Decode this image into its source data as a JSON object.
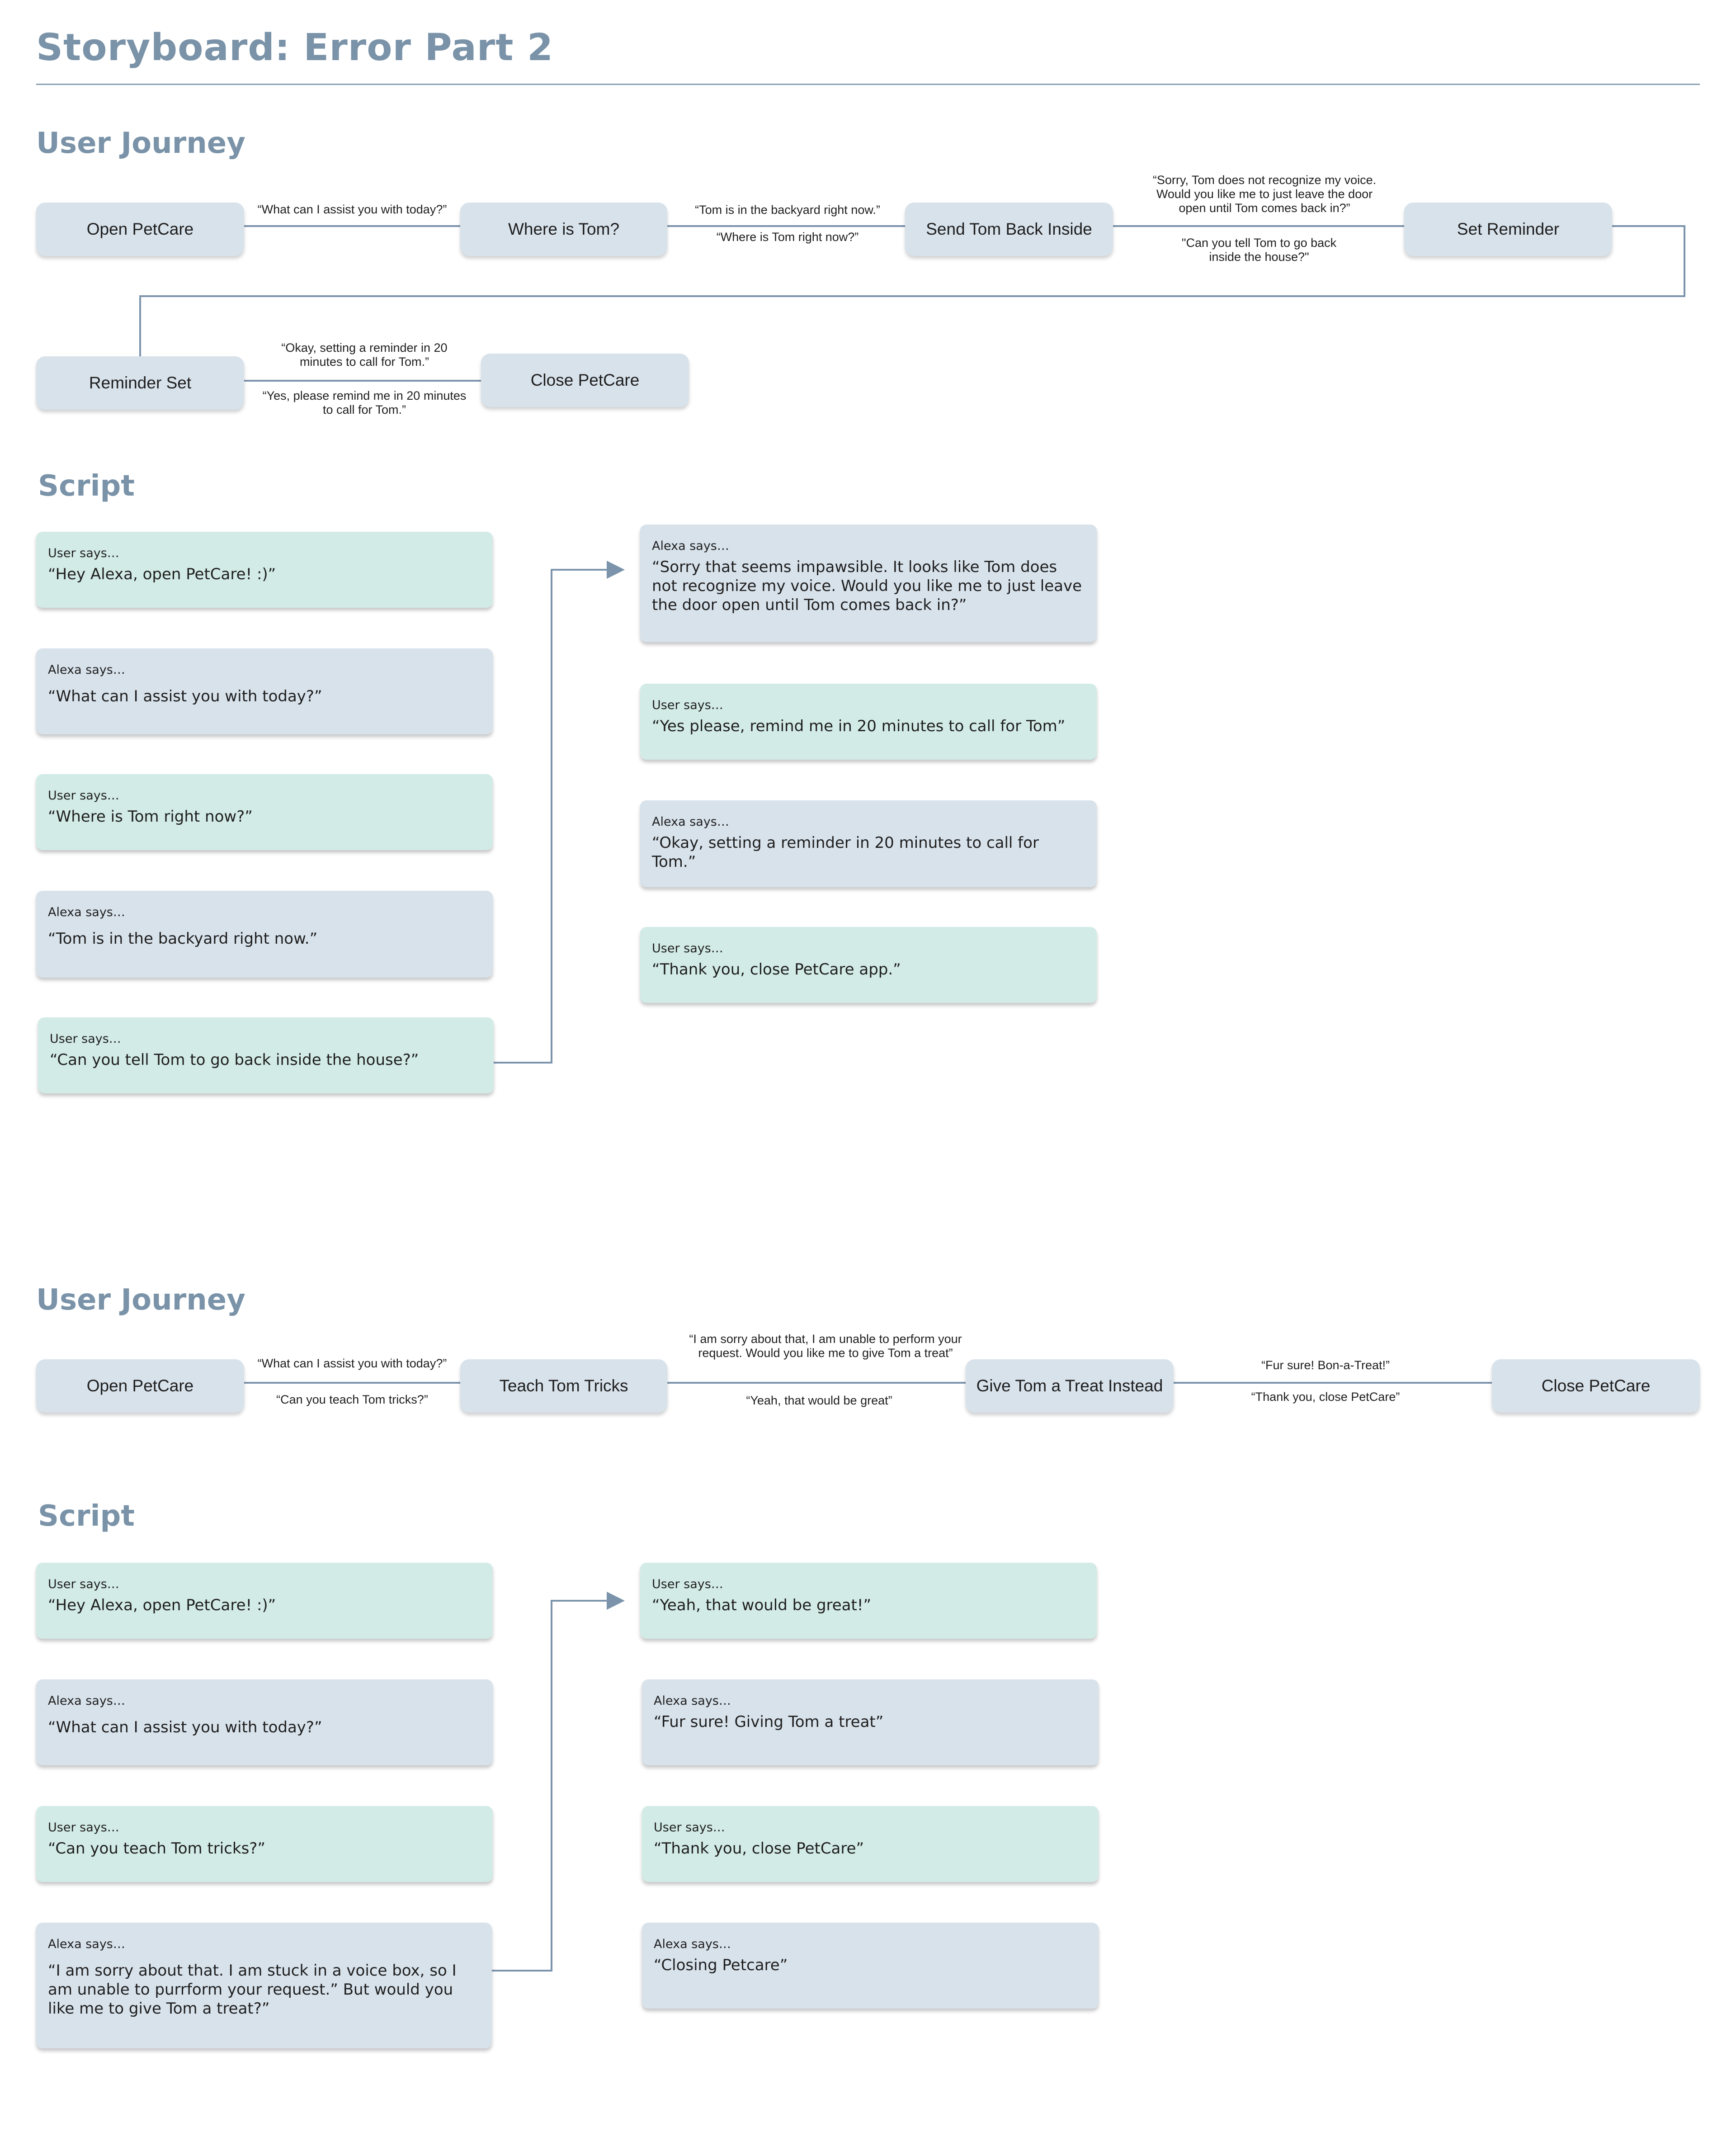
{
  "title": "Storyboard: Error Part 2",
  "flows": [
    {
      "journey_title": "User Journey",
      "script_title": "Script",
      "nodes": [
        "Open PetCare",
        "Where is Tom?",
        "Send Tom Back Inside",
        "Set Reminder",
        "Reminder Set",
        "Close PetCare"
      ],
      "edges": [
        {
          "top": "“What can I assist you with today?”",
          "bottom": ""
        },
        {
          "top": "“Tom is in the backyard right now.”",
          "bottom": "“Where is Tom right now?”"
        },
        {
          "top": "“Sorry, Tom does not recognize my voice.\nWould you like me to just leave the door\nopen until Tom comes back in?”",
          "bottom": "\"Can you tell Tom to go back\ninside the house?\""
        },
        {
          "top": "“Okay, setting a reminder in 20\nminutes to call for Tom.”",
          "bottom": "“Yes, please remind me in 20 minutes\nto call for Tom.”"
        }
      ],
      "script_left": [
        {
          "speaker": "User says…",
          "text": "“Hey Alexa, open PetCare! :)”"
        },
        {
          "speaker": "Alexa says…",
          "text": "“What can I assist you with today?”"
        },
        {
          "speaker": "User says…",
          "text": "“Where is Tom right now?”"
        },
        {
          "speaker": "Alexa says…",
          "text": "“Tom is in the backyard right now.”"
        },
        {
          "speaker": "User says…",
          "text": "“Can you tell Tom to go back inside the house?”"
        }
      ],
      "script_right": [
        {
          "speaker": "Alexa says…",
          "text": "“Sorry that seems impawsible. It looks like Tom does not recognize my voice. Would you like me to just leave the door open until Tom comes back in?”"
        },
        {
          "speaker": "User says…",
          "text": "“Yes please, remind me in 20 minutes to call for Tom”"
        },
        {
          "speaker": "Alexa says…",
          "text": "“Okay, setting a reminder in 20 minutes to call for Tom.”"
        },
        {
          "speaker": "User says…",
          "text": "“Thank you, close PetCare app.”"
        }
      ]
    },
    {
      "journey_title": "User Journey",
      "script_title": "Script",
      "nodes": [
        "Open PetCare",
        "Teach Tom Tricks",
        "Give Tom a Treat Instead",
        "Close PetCare"
      ],
      "edges": [
        {
          "top": "“What can I assist you with today?”",
          "bottom": "“Can you teach Tom tricks?”"
        },
        {
          "top": "“I am sorry about that, I am unable to perform your\nrequest. Would you like me to give Tom a treat”",
          "bottom": "“Yeah, that would be great”"
        },
        {
          "top": "“Fur sure! Bon-a-Treat!”",
          "bottom": "“Thank you, close PetCare”"
        }
      ],
      "script_left": [
        {
          "speaker": "User says…",
          "text": "“Hey Alexa, open PetCare! :)”"
        },
        {
          "speaker": "Alexa says…",
          "text": "“What can I assist you with today?”"
        },
        {
          "speaker": "User says…",
          "text": "“Can you teach Tom tricks?”"
        },
        {
          "speaker": "Alexa says…",
          "text": "“I am sorry about that. I am stuck in a voice box, so I am unable to purrform your request.” But would you like me to give Tom a treat?”"
        }
      ],
      "script_right": [
        {
          "speaker": "User says…",
          "text": "“Yeah, that would be great!”"
        },
        {
          "speaker": "Alexa says…",
          "text": "“Fur sure! Giving Tom a treat”"
        },
        {
          "speaker": "User says…",
          "text": "“Thank you, close PetCare”"
        },
        {
          "speaker": "Alexa says…",
          "text": "“Closing Petcare”"
        }
      ]
    }
  ]
}
